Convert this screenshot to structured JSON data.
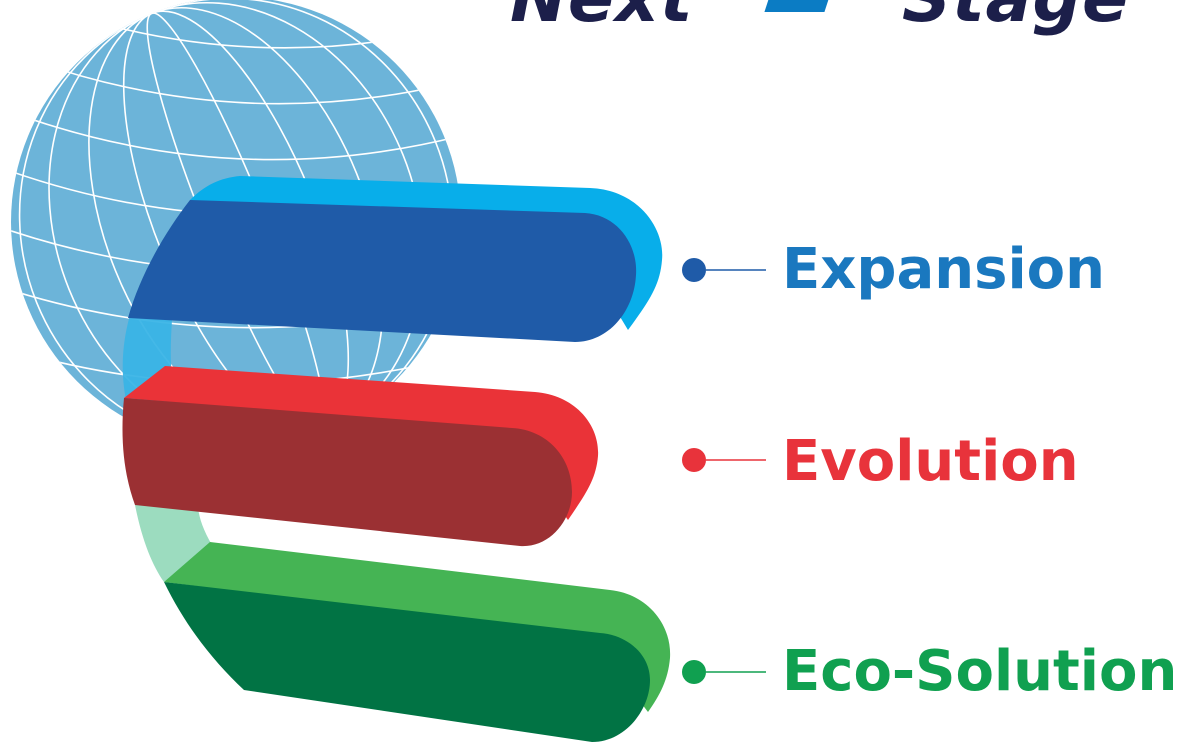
{
  "logo": {
    "left_text": "Next",
    "right_text": "Stage"
  },
  "items": [
    {
      "label": "Expansion",
      "color": "#1a78bf"
    },
    {
      "label": "Evolution",
      "color": "#e8333b"
    },
    {
      "label": "Eco-Solutions",
      "color": "#10a050"
    }
  ],
  "colors": {
    "globe": "#6cb4d9",
    "top_bar_front": "#1f5ba8",
    "top_bar_top": "#08aeea",
    "middle_bar_front": "#9b3033",
    "middle_bar_top": "#ea3338",
    "bottom_bar_front": "#017344",
    "bottom_bar_top": "#45b454",
    "logo_mark": "#0b7cc4"
  }
}
